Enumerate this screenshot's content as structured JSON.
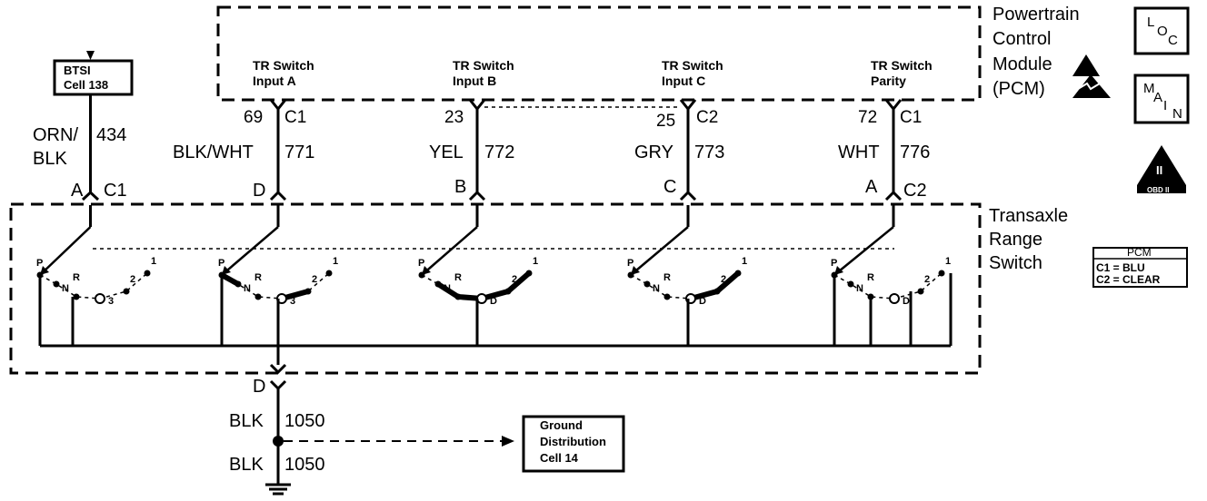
{
  "pcm": {
    "title_lines": [
      "Powertrain",
      "Control",
      "Module",
      "(PCM)"
    ],
    "inputs": [
      {
        "line1": "TR Switch",
        "line2": "Input A"
      },
      {
        "line1": "TR Switch",
        "line2": "Input B"
      },
      {
        "line1": "TR Switch",
        "line2": "Input C"
      },
      {
        "line1": "TR Switch",
        "line2": "Parity"
      }
    ]
  },
  "pins": [
    {
      "pin": "69",
      "conn": "C1"
    },
    {
      "pin": "23",
      "conn": ""
    },
    {
      "pin": "25",
      "conn": "C2"
    },
    {
      "pin": "72",
      "conn": "C1"
    }
  ],
  "wires": [
    {
      "color": "ORN/",
      "color2": "BLK",
      "circuit": "434"
    },
    {
      "color": "BLK/WHT",
      "circuit": "771"
    },
    {
      "color": "YEL",
      "circuit": "772"
    },
    {
      "color": "GRY",
      "circuit": "773"
    },
    {
      "color": "WHT",
      "circuit": "776"
    }
  ],
  "switch_terminals": [
    {
      "letter": "A",
      "conn": "C1"
    },
    {
      "letter": "D",
      "conn": ""
    },
    {
      "letter": "B",
      "conn": ""
    },
    {
      "letter": "C",
      "conn": ""
    },
    {
      "letter": "A",
      "conn": "C2"
    }
  ],
  "btsi": {
    "line1": "BTSI",
    "line2": "Cell 138"
  },
  "transaxle": {
    "title_lines": [
      "Transaxle",
      "Range",
      "Switch"
    ]
  },
  "switches": [
    {
      "positions": [
        "P",
        "R",
        "N",
        "3",
        "2",
        "1"
      ]
    },
    {
      "positions": [
        "P",
        "R",
        "N",
        "3",
        "2",
        "1"
      ]
    },
    {
      "positions": [
        "P",
        "R",
        "N",
        "D",
        "2",
        "1"
      ]
    },
    {
      "positions": [
        "P",
        "R",
        "N",
        "D",
        "2",
        "1"
      ]
    },
    {
      "positions": [
        "P",
        "R",
        "N",
        "D",
        "2",
        "1"
      ]
    }
  ],
  "ground": {
    "terminal": "D",
    "wire1_color": "BLK",
    "wire1_circuit": "1050",
    "wire2_color": "BLK",
    "wire2_circuit": "1050",
    "dist_lines": [
      "Ground",
      "Distribution",
      "Cell 14"
    ]
  },
  "legend": {
    "loc": [
      "L",
      "O",
      "C"
    ],
    "main": [
      "M",
      "A",
      "I",
      "N"
    ],
    "obd_label": "OBD II",
    "obd_numeral": "II",
    "pcm_title": "PCM",
    "pcm_c1": "C1 = BLU",
    "pcm_c2": "C2 = CLEAR"
  }
}
